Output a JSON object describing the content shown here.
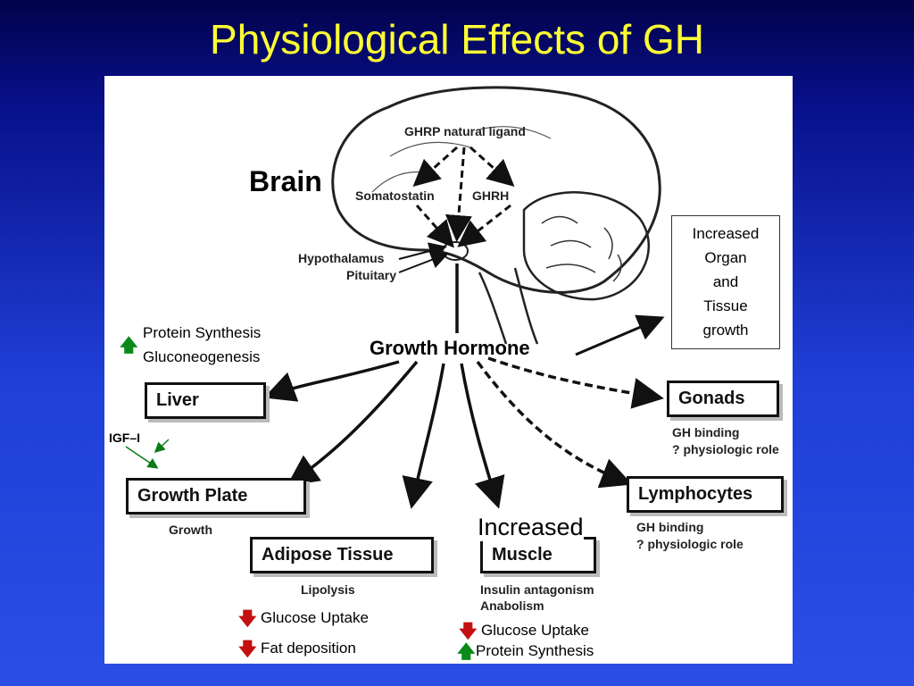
{
  "title": "Physiological Effects of GH",
  "diagram": {
    "brain_label": "Brain",
    "ghrp": "GHRP natural ligand",
    "somatostatin": "Somatostatin",
    "ghrh": "GHRH",
    "hypothalamus": "Hypothalamus",
    "pituitary": "Pituitary",
    "growth_hormone": "Growth Hormone",
    "liver": "Liver",
    "igf": "IGF–I",
    "growth_plate": "Growth Plate",
    "growth": "Growth",
    "adipose": "Adipose Tissue",
    "lipolysis": "Lipolysis",
    "muscle": "Muscle",
    "muscle_notes": [
      "Insulin antagonism",
      "Anabolism"
    ],
    "gonads": "Gonads",
    "gonads_notes": [
      "GH binding",
      "? physiologic role"
    ],
    "lymphocytes": "Lymphocytes",
    "lymph_notes": [
      "GH binding",
      "? physiologic role"
    ]
  },
  "annotations": {
    "liver_effects": [
      "Protein Synthesis",
      "Gluconeogenesis"
    ],
    "organ_box": [
      "Increased",
      "Organ",
      "and",
      "Tissue",
      "growth"
    ],
    "increased": "Increased",
    "adipose_effects": [
      "Glucose Uptake",
      "Fat  deposition"
    ],
    "muscle_effects": [
      "Glucose Uptake",
      "Protein Synthesis"
    ]
  },
  "colors": {
    "title": "#ffff33",
    "up_arrow": "#0a8a1a",
    "down_arrow": "#c41010"
  }
}
